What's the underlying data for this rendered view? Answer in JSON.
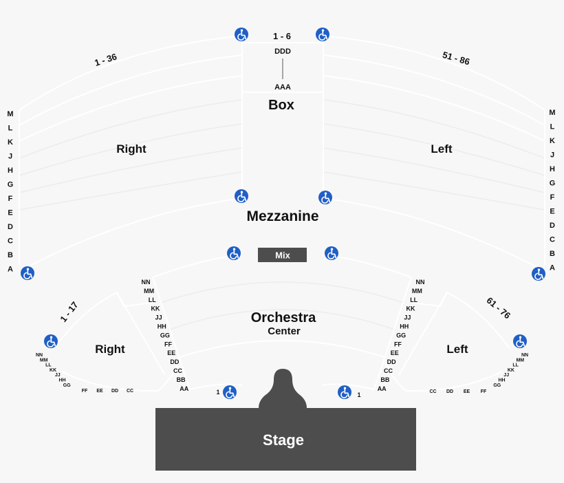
{
  "mezzanine": {
    "label": "Mezzanine",
    "box": {
      "label": "Box",
      "seat_range": "1 - 6",
      "row_top": "DDD",
      "row_bottom": "AAA"
    },
    "right": {
      "label": "Right",
      "seat_range": "1 - 36"
    },
    "left": {
      "label": "Left",
      "seat_range": "51 - 86"
    },
    "rows": [
      "M",
      "L",
      "K",
      "J",
      "H",
      "G",
      "F",
      "E",
      "D",
      "C",
      "B",
      "A"
    ]
  },
  "mix": {
    "label": "Mix"
  },
  "orchestra": {
    "label": "Orchestra",
    "center": {
      "label": "Center",
      "seat_left": "1",
      "seat_right": "1"
    },
    "center_rows": [
      "NN",
      "MM",
      "LL",
      "KK",
      "JJ",
      "HH",
      "GG",
      "FF",
      "EE",
      "DD",
      "CC",
      "BB",
      "AA"
    ],
    "right": {
      "label": "Right",
      "seat_range": "1 - 17"
    },
    "left": {
      "label": "Left",
      "seat_range": "61 - 76"
    },
    "side_rows_diag": [
      "NN",
      "MM",
      "LL",
      "KK",
      "JJ",
      "HH",
      "GG"
    ],
    "side_rows_flat": [
      "FF",
      "EE",
      "DD",
      "CC"
    ]
  },
  "stage": {
    "label": "Stage"
  },
  "icons": {
    "wheelchair": "wheelchair-icon"
  },
  "colors": {
    "accessible": "#1f5fc6",
    "stage": "#4d4d4d",
    "mix": "#4d4d4d",
    "background": "#f7f7f7"
  }
}
